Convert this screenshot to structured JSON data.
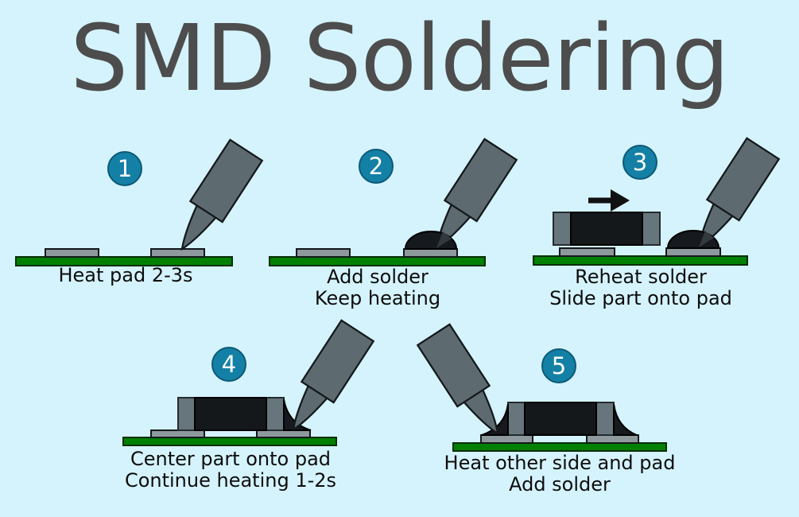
{
  "title": "SMD Soldering",
  "colors": {
    "background": "#d5f3fc",
    "title_text": "#4d4d4d",
    "caption_text": "#0d0d0d",
    "badge_fill": "#1580a5",
    "badge_border": "#0b5a78",
    "badge_text": "#ffffff",
    "pcb_green": "#008000",
    "pad_gray": "#8e999e",
    "iron_gray": "#5d6b70",
    "component_body": "#15181b",
    "component_cap": "#67767c",
    "solder_black": "#16191d"
  },
  "steps": [
    {
      "number": "1",
      "caption_lines": [
        "Heat pad 2-3s"
      ]
    },
    {
      "number": "2",
      "caption_lines": [
        "Add solder",
        "Keep heating"
      ]
    },
    {
      "number": "3",
      "caption_lines": [
        "Reheat solder",
        "Slide part onto pad"
      ]
    },
    {
      "number": "4",
      "caption_lines": [
        "Center part onto pad",
        "Continue heating 1-2s"
      ]
    },
    {
      "number": "5",
      "caption_lines": [
        "Heat other side and pad",
        "Add solder"
      ]
    }
  ]
}
